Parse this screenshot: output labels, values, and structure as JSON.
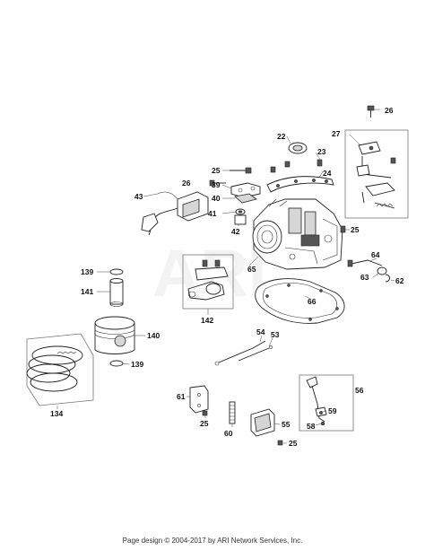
{
  "watermark": "ARI",
  "footer": "Page design © 2004-2017 by ARI Network Services, Inc.",
  "labels": {
    "p22": "22",
    "p23": "23",
    "p24": "24",
    "p25a": "25",
    "p25b": "25",
    "p25c": "25",
    "p25d": "25",
    "p26a": "26",
    "p26b": "26",
    "p27": "27",
    "p39": "39",
    "p40": "40",
    "p41": "41",
    "p42": "42",
    "p43": "43",
    "p53": "53",
    "p54": "54",
    "p55": "55",
    "p56": "56",
    "p58": "58",
    "p59": "59",
    "p60": "60",
    "p61": "61",
    "p62": "62",
    "p63": "63",
    "p64": "64",
    "p65": "65",
    "p66": "66",
    "p134": "134",
    "p139a": "139",
    "p139b": "139",
    "p140": "140",
    "p141": "141",
    "p142": "142"
  }
}
